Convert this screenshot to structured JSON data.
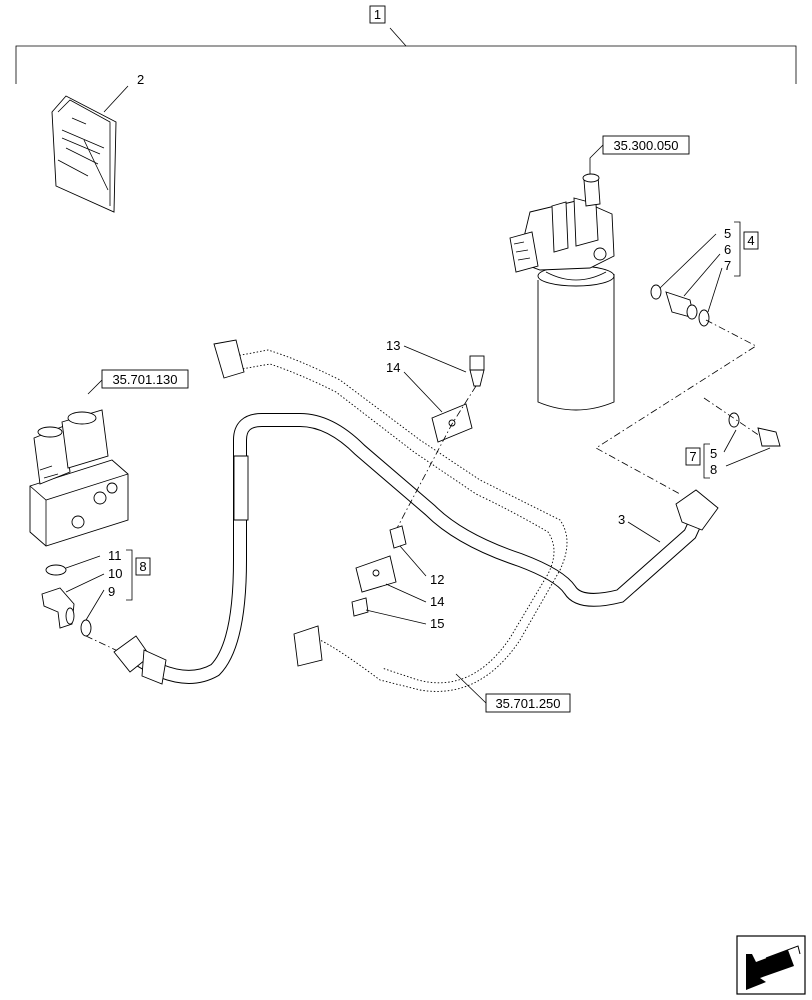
{
  "callouts": {
    "c1": "1",
    "c2": "2",
    "c3": "3",
    "c4": "4",
    "c5a": "5",
    "c6": "6",
    "c7a": "7",
    "c7b": "7",
    "c5b": "5",
    "c8a": "8",
    "c11": "11",
    "c10": "10",
    "c9": "9",
    "c8b": "8",
    "c13": "13",
    "c14a": "14",
    "c12": "12",
    "c14b": "14",
    "c15": "15"
  },
  "references": {
    "filter": "35.300.050",
    "valve": "35.701.130",
    "hose": "35.701.250"
  },
  "icons": {
    "leaflet": "instruction-leaflet-icon",
    "nav": "next-page-arrow-icon"
  }
}
